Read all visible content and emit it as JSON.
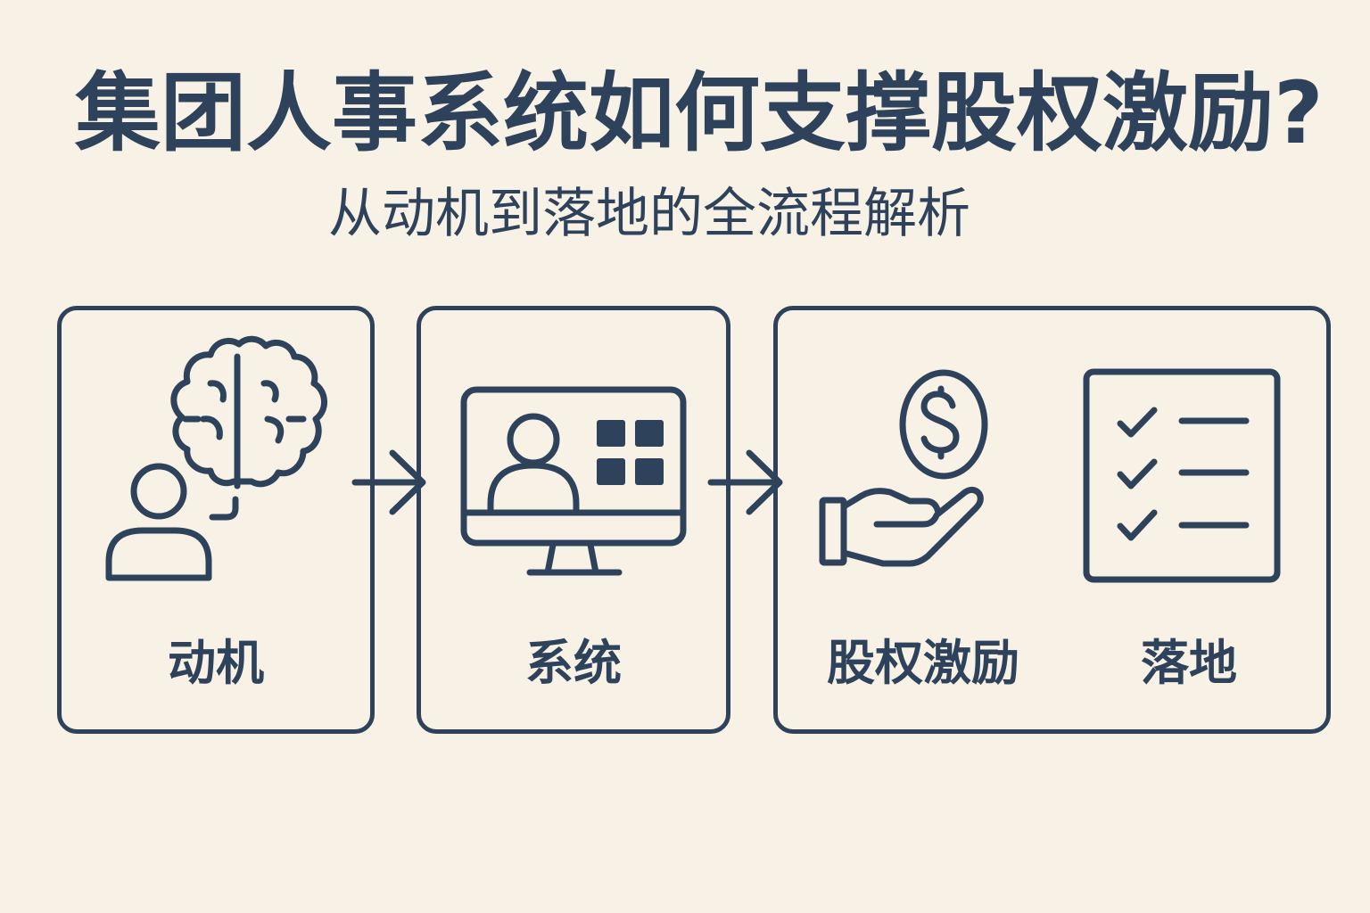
{
  "header": {
    "title": "集团人事系统如何支撑股权激励?",
    "subtitle": "从动机到落地的全流程解析"
  },
  "steps": [
    {
      "label": "动机",
      "icon": "brain-person-icon"
    },
    {
      "label": "系统",
      "icon": "monitor-user-grid-icon"
    },
    {
      "label": "股权激励",
      "icon": "hand-dollar-coin-icon"
    },
    {
      "label": "落地",
      "icon": "checklist-icon"
    }
  ],
  "connectors": [
    "arrow-right",
    "arrow-right"
  ],
  "colors": {
    "background": "#f8f1e5",
    "primary": "#2e435b"
  }
}
